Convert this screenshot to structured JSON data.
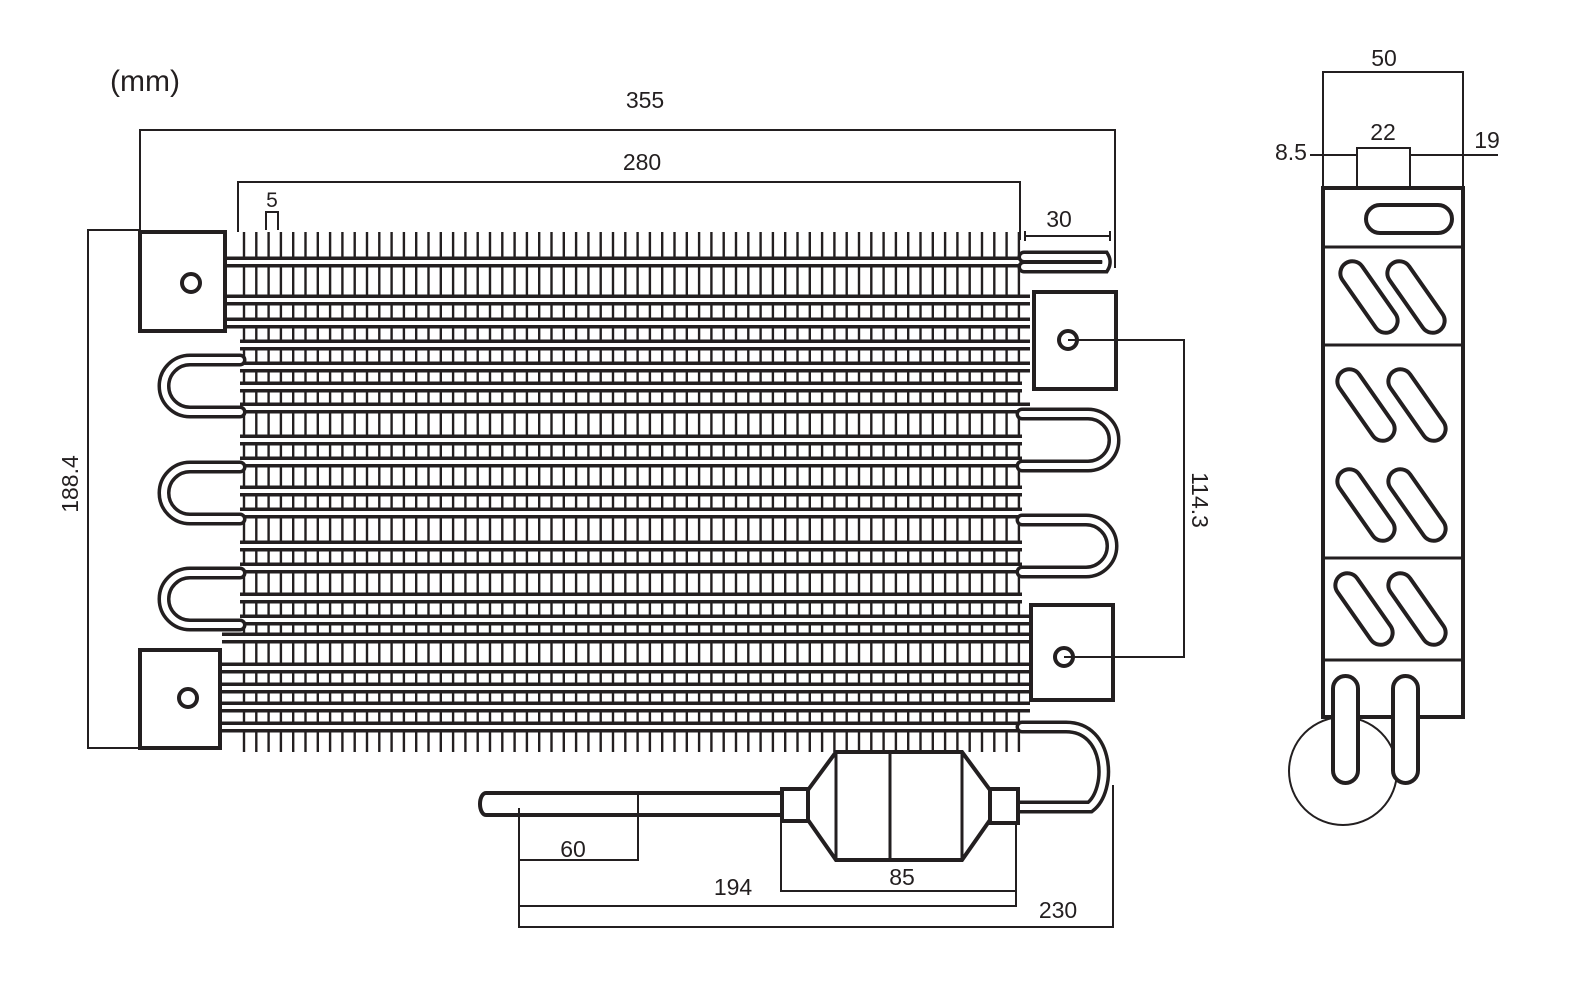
{
  "units": "(mm)",
  "dimensions": {
    "overall_width": "355",
    "fin_width": "280",
    "fin_pitch": "5",
    "bend_extension": "30",
    "overall_height": "188.4",
    "bracket_spacing": "114.3",
    "filler_tube": "60",
    "drier_length": "85",
    "drier_to_tube_end": "194",
    "outlet_overall": "230"
  },
  "side_view": {
    "depth": "50",
    "tube_spacing": "22",
    "left_offset": "8.5",
    "right_offset": "19"
  },
  "colors": {
    "line": "#231f20",
    "background": "#ffffff"
  }
}
